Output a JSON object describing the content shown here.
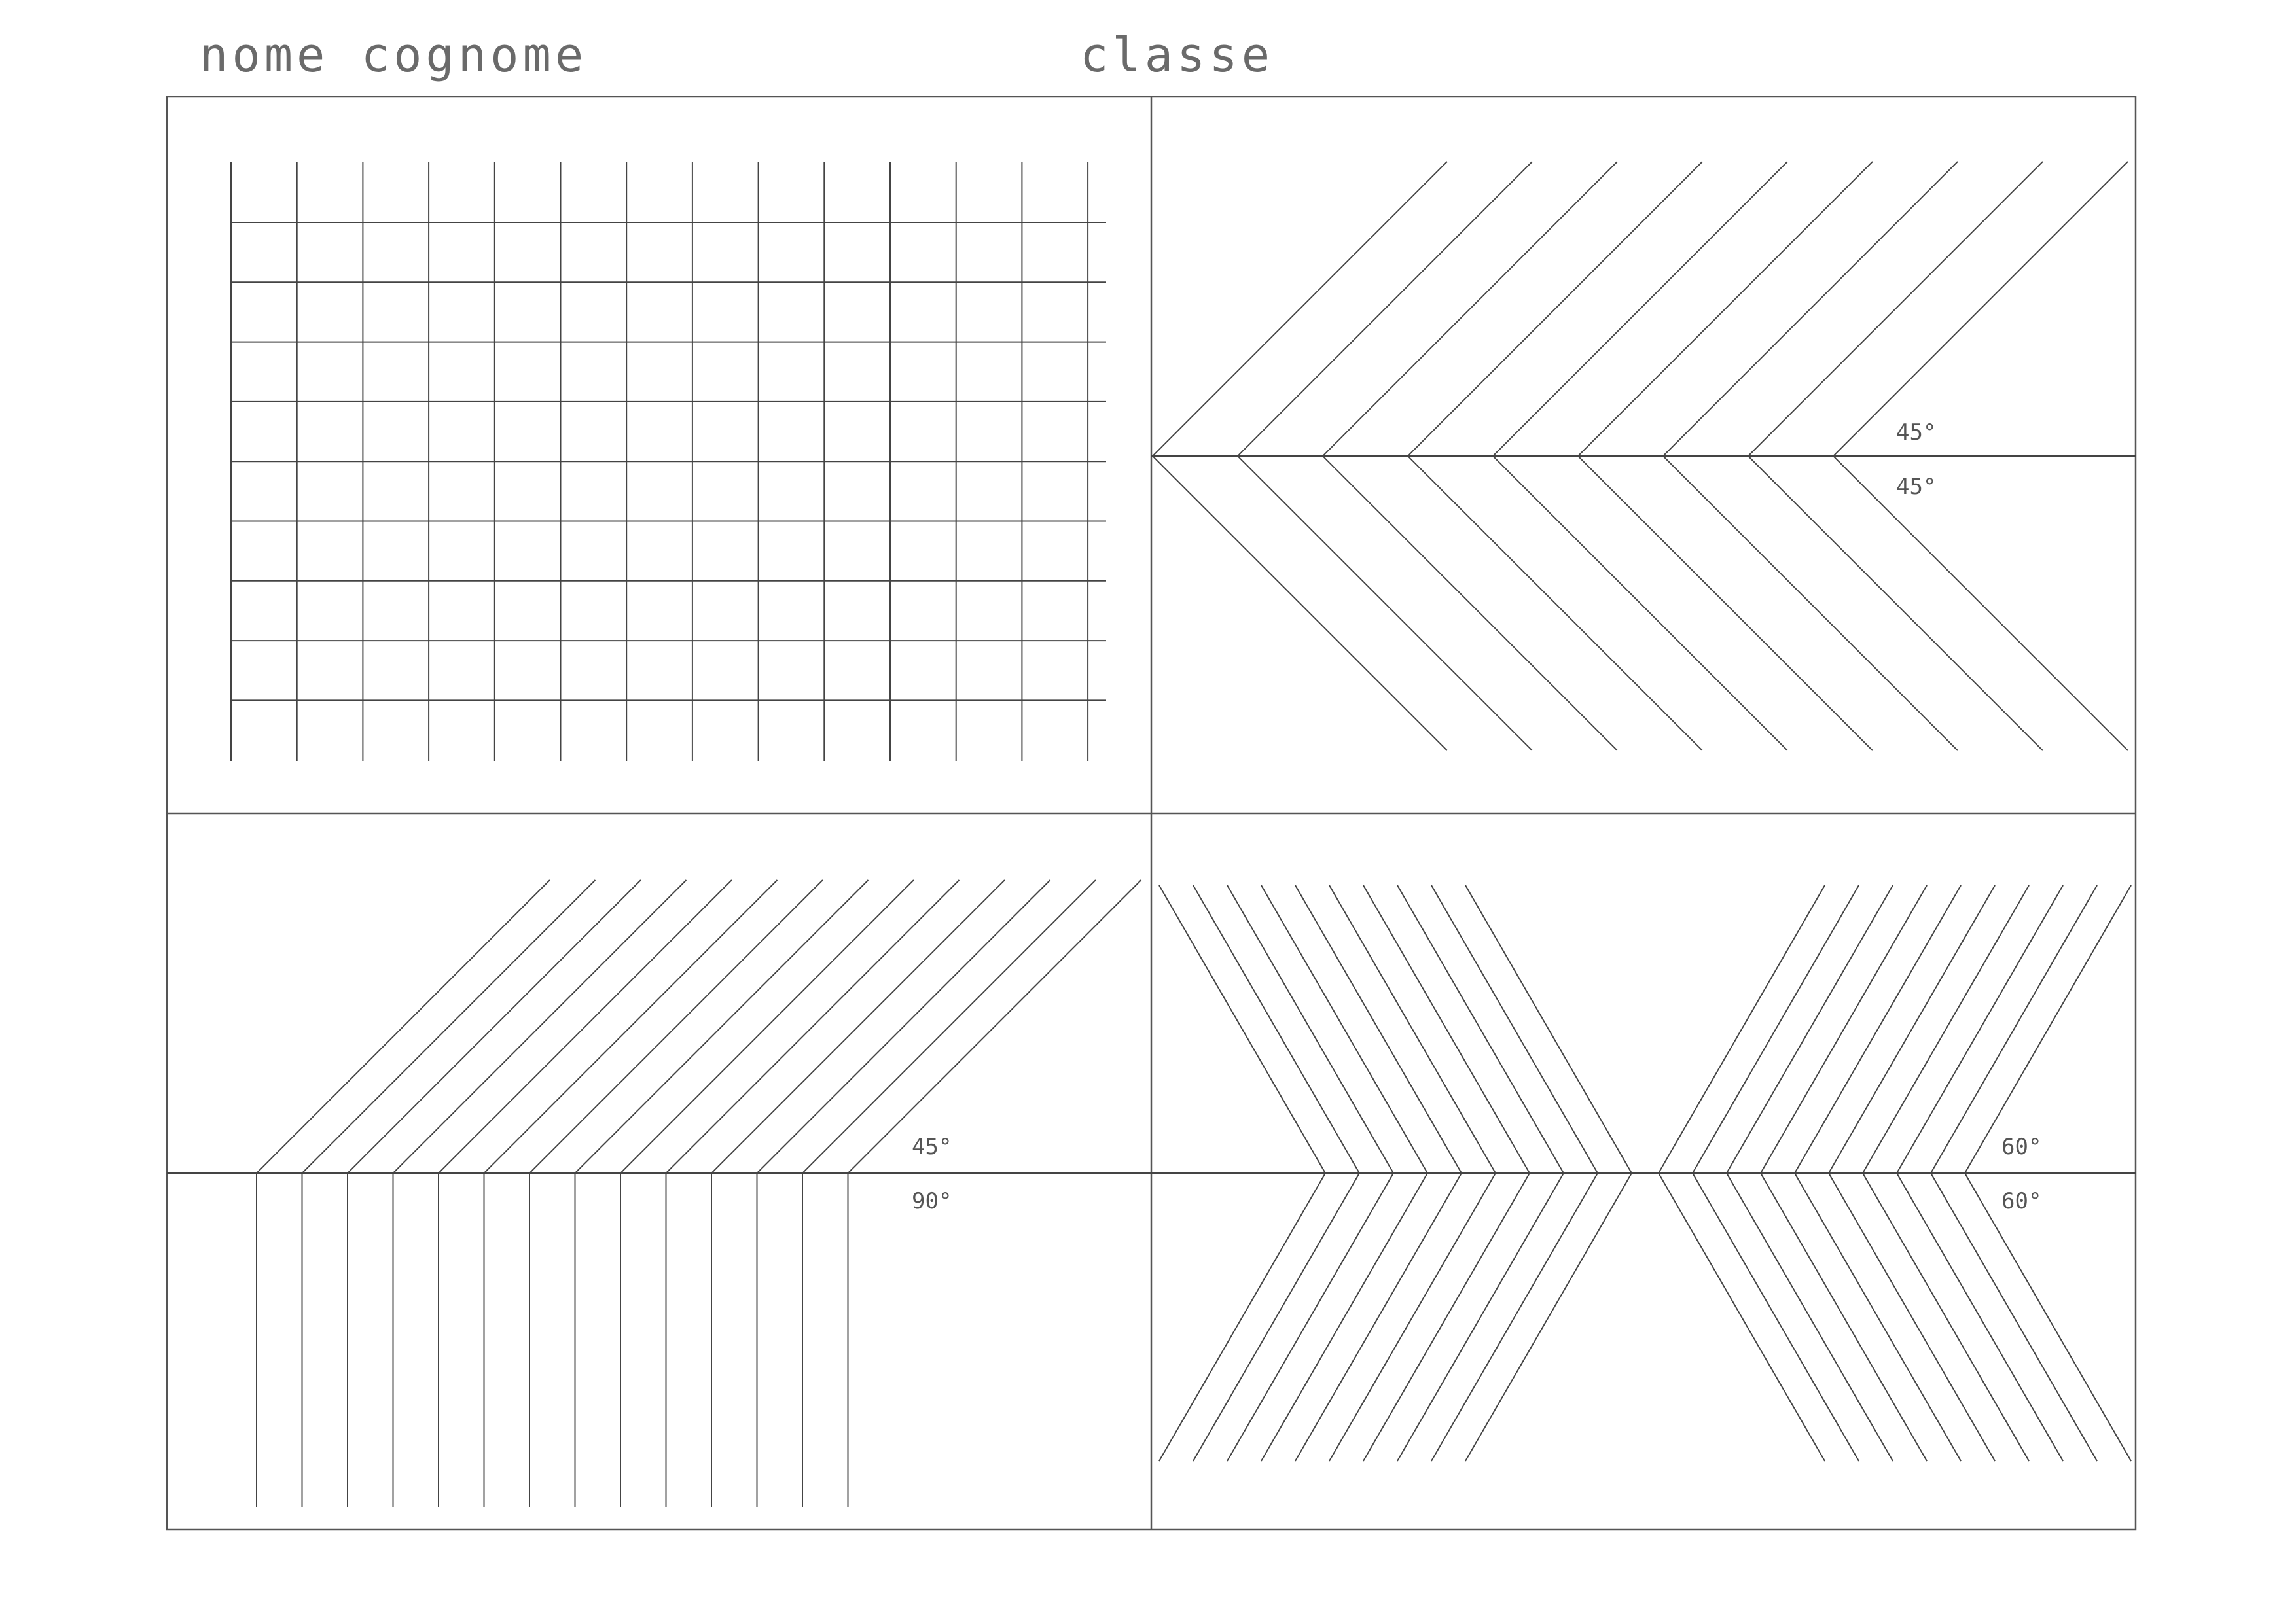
{
  "header": {
    "name_label": "nome cognome",
    "class_label": "classe"
  },
  "panels": {
    "top_right": {
      "angle_top": "45°",
      "angle_bottom": "45°"
    },
    "bottom_left": {
      "angle_top": "45°",
      "angle_bottom": "90°"
    },
    "bottom_right": {
      "angle_top": "60°",
      "angle_bottom": "60°"
    }
  },
  "colors": {
    "line": "#444444",
    "frame": "#555555"
  }
}
